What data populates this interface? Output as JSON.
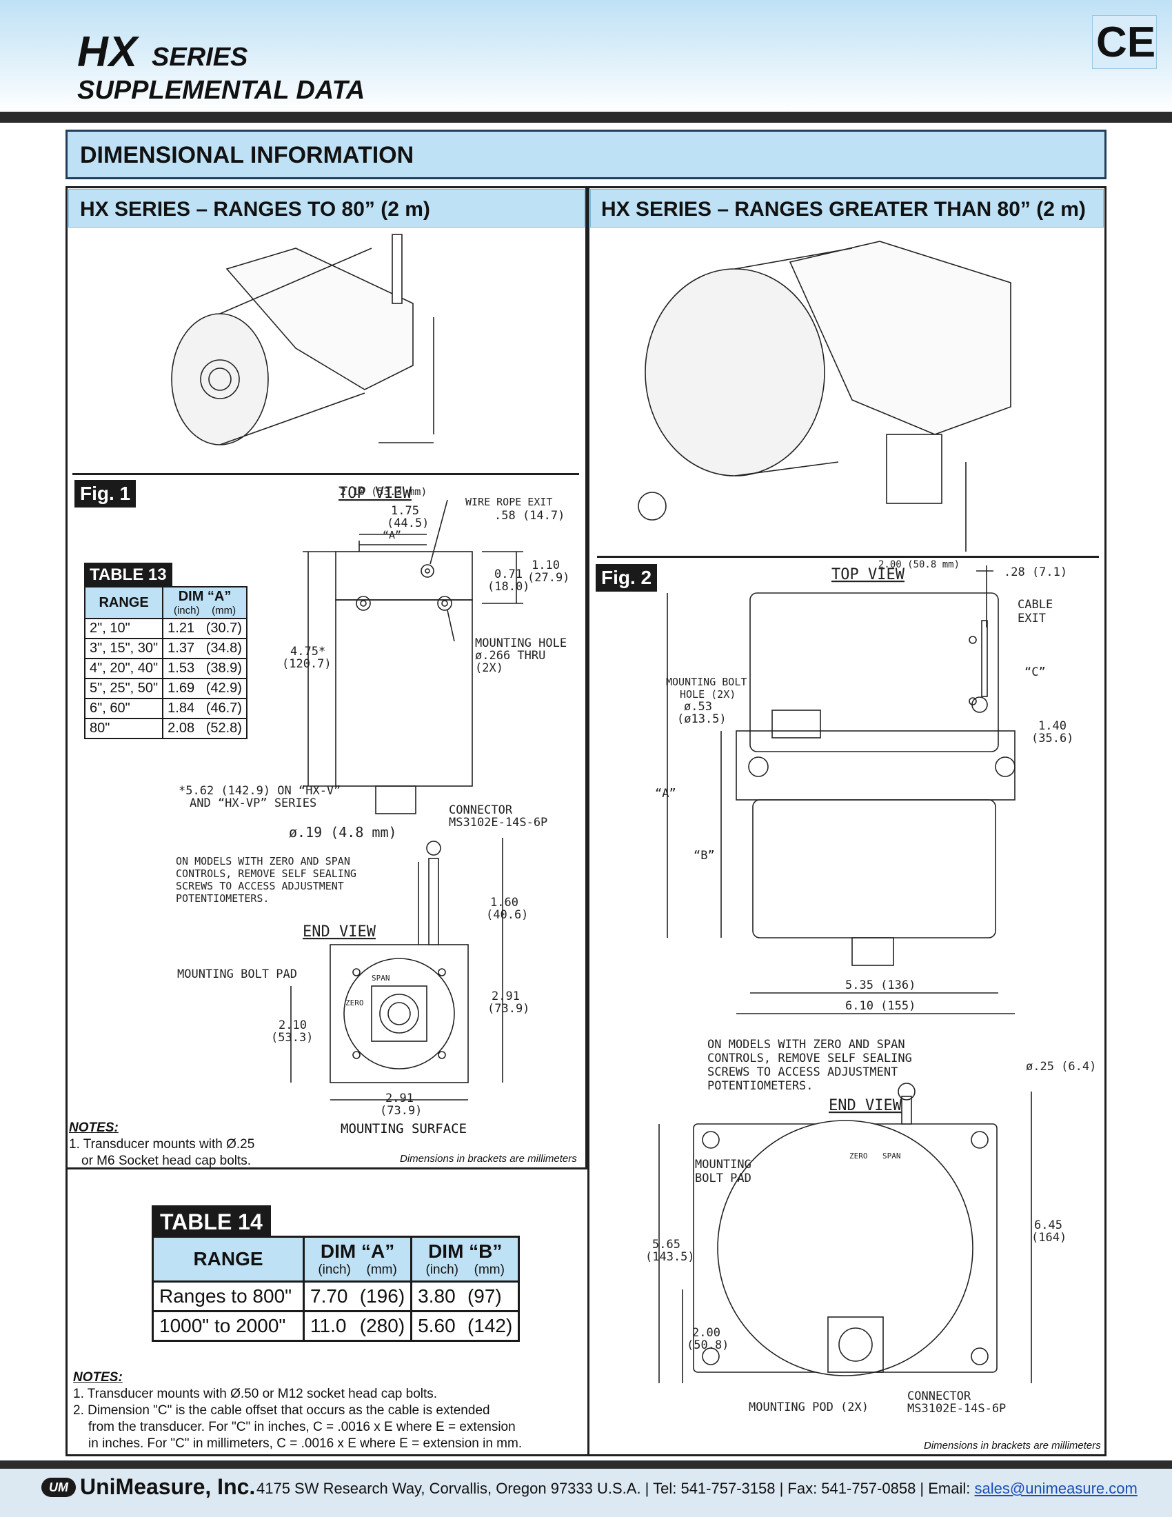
{
  "header": {
    "title_main": "HX",
    "title_series": "SERIES",
    "title_sub": "SUPPLEMENTAL DATA",
    "ce_mark": "CE"
  },
  "section": {
    "title": "DIMENSIONAL INFORMATION"
  },
  "left_panel": {
    "title": "HX SERIES – RANGES TO 80” (2 m)",
    "iso_dim": "2.10 (53.3 mm)",
    "fig_label": "Fig. 1",
    "top_view": "TOP VIEW",
    "dim_175": "1.75",
    "dim_175_mm": "(44.5)",
    "dim_a": "“A”",
    "wire_rope_exit": "WIRE ROPE EXIT",
    "wire_rope_exit_dim": ".58 (14.7)",
    "dim_071": "0.71",
    "dim_071_mm": "(18.0)",
    "dim_110": "1.10",
    "dim_110_mm": "(27.9)",
    "mount_hole_1": "MOUNTING HOLE",
    "mount_hole_2": "ø.266 THRU",
    "mount_hole_3": "(2X)",
    "dim_475": "4.75*",
    "dim_475_mm": "(120.7)",
    "star_note_1": "*5.62 (142.9) ON “HX-V”",
    "star_note_2": "AND “HX-VP” SERIES",
    "connector_1": "CONNECTOR",
    "connector_2": "MS3102E-14S-6P",
    "dia_019": "ø.19 (4.8 mm)",
    "zero_span_1": "ON MODELS WITH ZERO AND SPAN",
    "zero_span_2": "CONTROLS, REMOVE SELF SEALING",
    "zero_span_3": "SCREWS TO ACCESS ADJUSTMENT",
    "zero_span_4": "POTENTIOMETERS.",
    "dim_160": "1.60",
    "dim_160_mm": "(40.6)",
    "end_view": "END VIEW",
    "mount_bolt_pad": "MOUNTING BOLT PAD",
    "zero": "ZERO",
    "span": "SPAN",
    "dim_291_v": "2.91",
    "dim_291_v_mm": "(73.9)",
    "dim_210": "2.10",
    "dim_210_mm": "(53.3)",
    "dim_291_h": "2.91",
    "dim_291_h_mm": "(73.9)",
    "mount_surface": "MOUNTING SURFACE",
    "notes_title": "NOTES:",
    "notes": [
      "1. Transducer mounts with Ø.25",
      "or M6 Socket head cap bolts."
    ],
    "dim_note": "Dimensions in brackets are millimeters"
  },
  "table13": {
    "caption": "TABLE 13",
    "col_range": "RANGE",
    "col_dim": "DIM “A”",
    "unit_inch": "(inch)",
    "unit_mm": "(mm)",
    "rows": [
      {
        "range": "2\", 10\"",
        "inch": "1.21",
        "mm": "(30.7)"
      },
      {
        "range": "3\", 15\", 30\"",
        "inch": "1.37",
        "mm": "(34.8)"
      },
      {
        "range": "4\", 20\", 40\"",
        "inch": "1.53",
        "mm": "(38.9)"
      },
      {
        "range": "5\", 25\", 50\"",
        "inch": "1.69",
        "mm": "(42.9)"
      },
      {
        "range": "6\", 60\"",
        "inch": "1.84",
        "mm": "(46.7)"
      },
      {
        "range": "80\"",
        "inch": "2.08",
        "mm": "(52.8)"
      }
    ]
  },
  "table14": {
    "caption": "TABLE 14",
    "col_range": "RANGE",
    "col_dim_a": "DIM “A”",
    "col_dim_b": "DIM “B”",
    "unit_inch": "(inch)",
    "unit_mm": "(mm)",
    "rows": [
      {
        "range": "Ranges to 800\"",
        "a_inch": "7.70",
        "a_mm": "(196)",
        "b_inch": "3.80",
        "b_mm": "(97)"
      },
      {
        "range": "1000\" to 2000\"",
        "a_inch": "11.0",
        "a_mm": "(280)",
        "b_inch": "5.60",
        "b_mm": "(142)"
      }
    ]
  },
  "notes2": {
    "title": "NOTES:",
    "lines": [
      "1. Transducer mounts with Ø.50 or M12 socket head cap bolts.",
      "2. Dimension \"C\" is the cable offset that occurs as the cable is extended",
      "from the transducer.  For \"C\" in inches, C = .0016 x E where E = extension",
      "in inches.  For \"C\" in millimeters, C = .0016 x E where E = extension in mm."
    ]
  },
  "right_panel": {
    "title": "HX SERIES – RANGES GREATER THAN 80” (2 m)",
    "iso_dim": "2.00 (50.8 mm)",
    "fig_label": "Fig. 2",
    "top_view": "TOP VIEW",
    "dim_028": ".28 (7.1)",
    "cable_exit_1": "CABLE",
    "cable_exit_2": "EXIT",
    "dim_c": "“C”",
    "mount_bolt_1": "MOUNTING BOLT",
    "mount_bolt_2": "HOLE (2X)",
    "mount_bolt_3": "ø.53",
    "mount_bolt_4": "(ø13.5)",
    "dim_140": "1.40",
    "dim_140_mm": "(35.6)",
    "dim_a": "“A”",
    "dim_b": "“B”",
    "dim_535": "5.35 (136)",
    "dim_610": "6.10 (155)",
    "zero_span_1": "ON MODELS WITH ZERO AND SPAN",
    "zero_span_2": "CONTROLS, REMOVE SELF SEALING",
    "zero_span_3": "SCREWS TO ACCESS ADJUSTMENT",
    "zero_span_4": "POTENTIOMETERS.",
    "dia_025": "ø.25 (6.4)",
    "end_view": "END VIEW",
    "mount_bolt_pad_1": "MOUNTING",
    "mount_bolt_pad_2": "BOLT PAD",
    "zero": "ZERO",
    "span": "SPAN",
    "dim_565": "5.65",
    "dim_565_mm": "(143.5)",
    "dim_645": "6.45",
    "dim_645_mm": "(164)",
    "dim_200": "2.00",
    "dim_200_mm": "(50.8)",
    "mount_pod": "MOUNTING POD (2X)",
    "connector_1": "CONNECTOR",
    "connector_2": "MS3102E-14S-6P",
    "dim_note": "Dimensions in brackets are millimeters"
  },
  "footer": {
    "logo_mark": "UM",
    "company": "UniMeasure, Inc.",
    "address": "4175 SW Research Way,  Corvallis, Oregon 97333 U.S.A. | Tel: 541-757-3158 | Fax: 541-757-0858 | Email: ",
    "email": "sales@unimeasure.com"
  }
}
